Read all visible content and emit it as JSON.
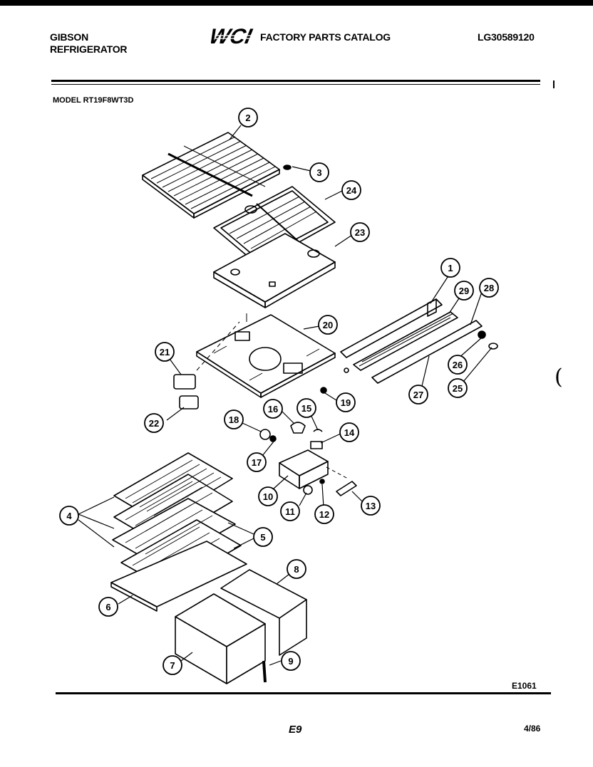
{
  "header": {
    "brand_line1": "GIBSON",
    "brand_line2": "REFRIGERATOR",
    "logo_text": "WCI",
    "catalog_title": "FACTORY PARTS CATALOG",
    "part_number": "LG30589120"
  },
  "model_line": "MODEL RT19F8WT3D",
  "footer": {
    "doc_id": "E1061",
    "page": "E9",
    "date": "4/86"
  },
  "callouts": [
    "2",
    "3",
    "24",
    "23",
    "1",
    "29",
    "28",
    "20",
    "21",
    "19",
    "26",
    "22",
    "27",
    "25",
    "18",
    "16",
    "15",
    "14",
    "17",
    "10",
    "13",
    "11",
    "12",
    "4",
    "5",
    "8",
    "6",
    "7",
    "9"
  ]
}
